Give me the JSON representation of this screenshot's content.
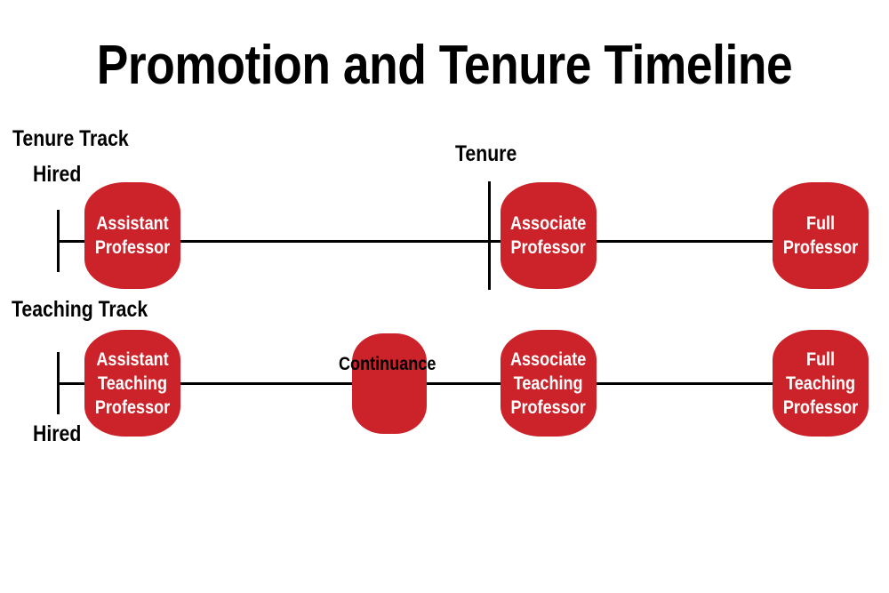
{
  "title": "Promotion and Tenure Timeline",
  "tenure_track": {
    "label": "Tenure Track",
    "hired_label": "Hired",
    "tenure_label": "Tenure",
    "stages": [
      "Assistant\nProfessor",
      "Associate\nProfessor",
      "Full\nProfessor"
    ]
  },
  "teaching_track": {
    "label": "Teaching Track",
    "hired_label": "Hired",
    "continuance_label": "Continuance",
    "stages": [
      "Assistant\nTeaching\nProfessor",
      "Associate\nTeaching\nProfessor",
      "Full\nTeaching\nProfessor"
    ]
  },
  "colors": {
    "node_fill": "#cc2229",
    "node_text": "#ffffff",
    "line": "#000000"
  }
}
